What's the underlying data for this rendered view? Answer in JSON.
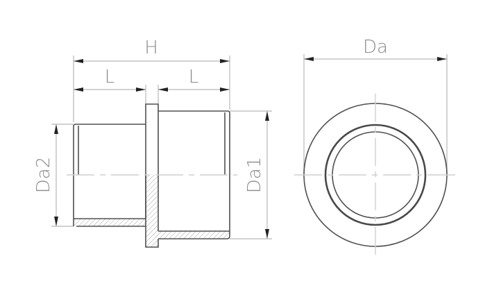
{
  "diagram": {
    "type": "technical-drawing",
    "subject": "pipe reducing nipple (section view + end view)",
    "colors": {
      "background": "#ffffff",
      "outline": "#505050",
      "dimension_lines": "#b8b8b8",
      "dimension_text": "#8a8a8a",
      "hatch": "#b0b0b0",
      "centerline": "#cfcfcf"
    },
    "side_view": {
      "labels": {
        "overall_length": "H",
        "left_length": "L",
        "right_length": "L",
        "small_diameter": "Da2",
        "large_diameter": "Da1"
      }
    },
    "end_view": {
      "labels": {
        "outer_diameter": "Da"
      },
      "rings": [
        "outer flange",
        "thick bore edge",
        "inner bore"
      ]
    }
  }
}
